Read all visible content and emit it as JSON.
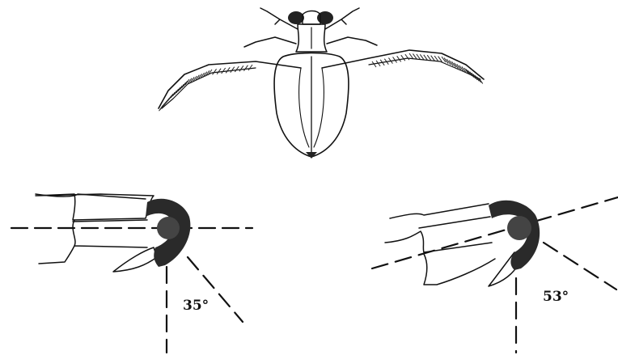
{
  "figure": {
    "left_panel": {
      "angle_label": "35°",
      "angle_deg": 35
    },
    "right_panel": {
      "angle_label": "53°",
      "angle_deg": 53
    },
    "colors": {
      "ink": "#111111",
      "background": "#ffffff",
      "joint_fill": "#2a2a2a"
    }
  }
}
